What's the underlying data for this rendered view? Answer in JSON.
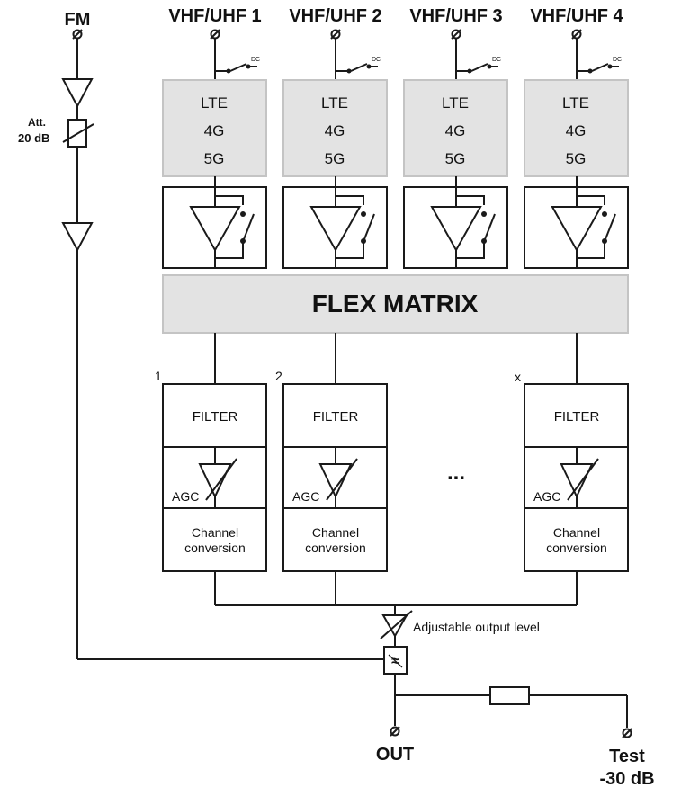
{
  "inputs": {
    "fm": "FM",
    "vhf_uhf": [
      "VHF/UHF 1",
      "VHF/UHF 2",
      "VHF/UHF 3",
      "VHF/UHF 4"
    ]
  },
  "dc_label": "DC",
  "attenuator": {
    "line1": "Att.",
    "line2": "20 dB"
  },
  "lte_block": {
    "line1": "LTE",
    "line2": "4G",
    "line3": "5G"
  },
  "flex_matrix": "FLEX MATRIX",
  "channel_indices": [
    "1",
    "2",
    "x"
  ],
  "channel_block": {
    "filter": "FILTER",
    "agc": "AGC",
    "conversion_line1": "Channel",
    "conversion_line2": "conversion"
  },
  "ellipsis": "...",
  "adjustable_output": "Adjustable output level",
  "outputs": {
    "out": "OUT",
    "test_line1": "Test",
    "test_line2": "-30 dB"
  },
  "symbols": {
    "connector": "⌀"
  }
}
